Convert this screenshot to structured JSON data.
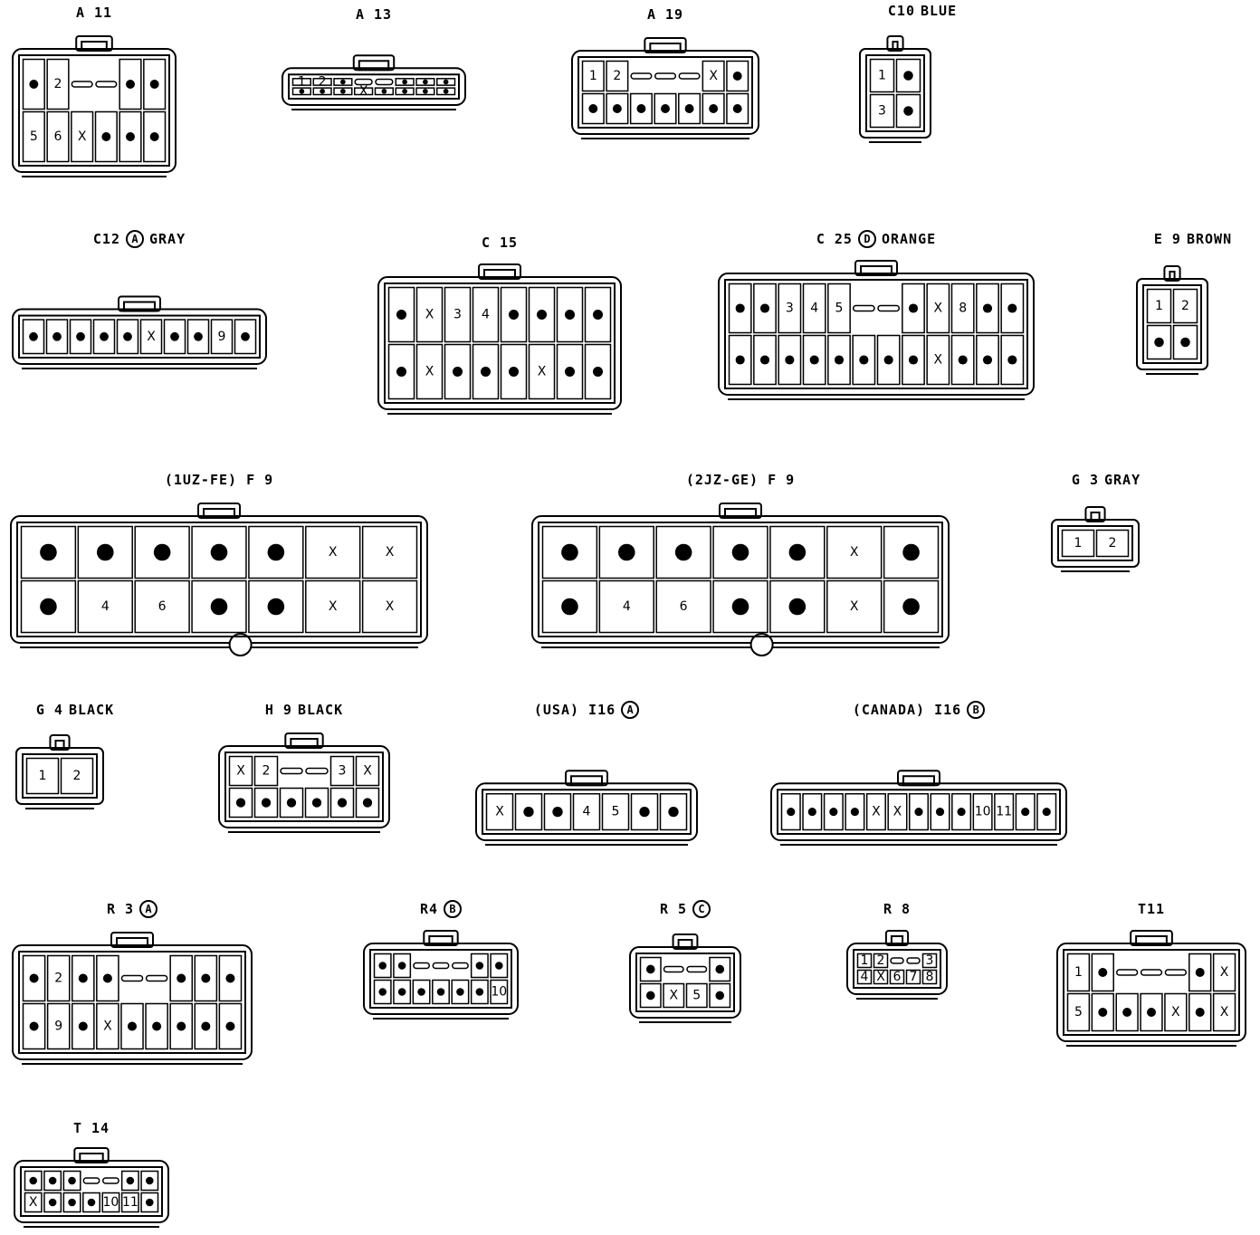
{
  "connectors": [
    {
      "id": "A11",
      "label": "A 11",
      "color": "",
      "badge": "",
      "rows": [
        [
          "•",
          "2",
          null,
          null,
          "•",
          "•"
        ],
        [
          "5",
          "6",
          "X",
          "•",
          "•",
          "•"
        ]
      ],
      "shell": "big"
    },
    {
      "id": "A13",
      "label": "A 13",
      "color": "",
      "badge": "",
      "rows": [
        [
          "1",
          "2",
          "•",
          null,
          null,
          "•",
          "•",
          "•"
        ],
        [
          "•",
          "•",
          "•",
          "X",
          "•",
          "•",
          "•",
          "•"
        ]
      ],
      "shell": "flat"
    },
    {
      "id": "A19",
      "label": "A 19",
      "color": "",
      "badge": "",
      "rows": [
        [
          "1",
          "2",
          null,
          null,
          null,
          "X",
          "•"
        ],
        [
          "•",
          "•",
          "•",
          "•",
          "•",
          "•",
          "•"
        ]
      ],
      "shell": "wide"
    },
    {
      "id": "C10",
      "label": "C10",
      "color": "BLUE",
      "badge": "",
      "rows": [
        [
          "1",
          "•"
        ],
        [
          "3",
          "•"
        ]
      ],
      "shell": "small"
    },
    {
      "id": "C12",
      "label": "C12",
      "color": "GRAY",
      "badge": "A",
      "rows": [
        [
          "•",
          "•",
          "•",
          "•",
          "•",
          "X",
          "•",
          "•",
          "9",
          "•"
        ]
      ],
      "shell": "flat"
    },
    {
      "id": "C15",
      "label": "C 15",
      "color": "",
      "badge": "",
      "rows": [
        [
          "•",
          "X",
          "3",
          "4",
          "•",
          "•",
          "•",
          "•"
        ],
        [
          "•",
          "X",
          "•",
          "•",
          "•",
          "X",
          "•",
          "•"
        ]
      ],
      "shell": "big"
    },
    {
      "id": "C25",
      "label": "C 25",
      "color": "ORANGE",
      "badge": "D",
      "rows": [
        [
          "•",
          "•",
          "3",
          "4",
          "5",
          null,
          null,
          "•",
          "X",
          "8",
          "•",
          "•"
        ],
        [
          "•",
          "•",
          "•",
          "•",
          "•",
          "•",
          "•",
          "•",
          "X",
          "•",
          "•",
          "•"
        ]
      ],
      "shell": "wide"
    },
    {
      "id": "E9",
      "label": "E 9",
      "color": "BROWN",
      "badge": "",
      "rows": [
        [
          "1",
          "2"
        ],
        [
          "•",
          "•"
        ]
      ],
      "shell": "small"
    },
    {
      "id": "F9a",
      "label": "(1UZ-FE) F 9",
      "color": "",
      "badge": "",
      "rows": [
        [
          "•",
          "•",
          "•",
          "•",
          "•",
          "X",
          "X"
        ],
        [
          "•",
          "4",
          "6",
          "•",
          "•",
          "X",
          "X"
        ]
      ],
      "shell": "fuse"
    },
    {
      "id": "F9b",
      "label": "(2JZ-GE) F 9",
      "color": "",
      "badge": "",
      "rows": [
        [
          "•",
          "•",
          "•",
          "•",
          "•",
          "X",
          "•"
        ],
        [
          "•",
          "4",
          "6",
          "•",
          "•",
          "X",
          "•"
        ]
      ],
      "shell": "fuse"
    },
    {
      "id": "G3",
      "label": "G 3",
      "color": "GRAY",
      "badge": "",
      "rows": [
        [
          "1",
          "2"
        ]
      ],
      "shell": "small"
    },
    {
      "id": "G4",
      "label": "G 4",
      "color": "BLACK",
      "badge": "",
      "rows": [
        [
          "1",
          "2"
        ]
      ],
      "shell": "small"
    },
    {
      "id": "H9",
      "label": "H 9",
      "color": "BLACK",
      "badge": "",
      "rows": [
        [
          "X",
          "2",
          null,
          null,
          "3",
          "X"
        ],
        [
          "•",
          "•",
          "•",
          "•",
          "•",
          "•"
        ]
      ],
      "shell": "wide"
    },
    {
      "id": "I16A",
      "label": "(USA) I16",
      "color": "",
      "badge": "A",
      "rows": [
        [
          "X",
          "•",
          "•",
          "4",
          "5",
          "•",
          "•"
        ]
      ],
      "shell": "flat"
    },
    {
      "id": "I16B",
      "label": "(CANADA) I16",
      "color": "",
      "badge": "B",
      "rows": [
        [
          "•",
          "•",
          "•",
          "•",
          "X",
          "X",
          "•",
          "•",
          "•",
          "10",
          "11",
          "•",
          "•"
        ]
      ],
      "shell": "flat"
    },
    {
      "id": "R3",
      "label": "R 3",
      "color": "",
      "badge": "A",
      "rows": [
        [
          "•",
          "2",
          "•",
          "•",
          null,
          null,
          "•",
          "•",
          "•"
        ],
        [
          "•",
          "9",
          "•",
          "X",
          "•",
          "•",
          "•",
          "•",
          "•"
        ]
      ],
      "shell": "big"
    },
    {
      "id": "R4",
      "label": "R4",
      "color": "",
      "badge": "B",
      "rows": [
        [
          "•",
          "•",
          null,
          null,
          null,
          "•",
          "•"
        ],
        [
          "•",
          "•",
          "•",
          "•",
          "•",
          "•",
          "10"
        ]
      ],
      "shell": "wide"
    },
    {
      "id": "R5",
      "label": "R 5",
      "color": "",
      "badge": "C",
      "rows": [
        [
          "•",
          null,
          null,
          "•"
        ],
        [
          "•",
          "X",
          "5",
          "•"
        ]
      ],
      "shell": "wide"
    },
    {
      "id": "R8",
      "label": "R 8",
      "color": "",
      "badge": "",
      "rows": [
        [
          "1",
          "2",
          null,
          null,
          "3"
        ],
        [
          "4",
          "X",
          "6",
          "7",
          "8"
        ]
      ],
      "shell": "wide"
    },
    {
      "id": "T11",
      "label": "T11",
      "color": "",
      "badge": "",
      "rows": [
        [
          "1",
          "•",
          null,
          null,
          null,
          "•",
          "X"
        ],
        [
          "5",
          "•",
          "•",
          "•",
          "X",
          "•",
          "X"
        ]
      ],
      "shell": "wide"
    },
    {
      "id": "T14",
      "label": "T 14",
      "color": "",
      "badge": "",
      "rows": [
        [
          "•",
          "•",
          "•",
          null,
          null,
          "•",
          "•"
        ],
        [
          "X",
          "•",
          "•",
          "•",
          "10",
          "11",
          "•"
        ]
      ],
      "shell": "wide"
    }
  ]
}
